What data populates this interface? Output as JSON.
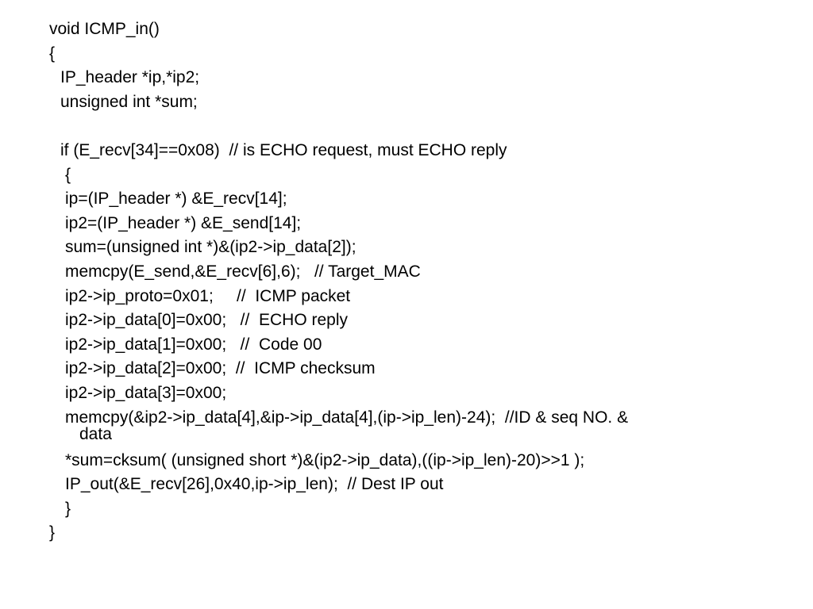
{
  "code": {
    "l01": "void ICMP_in()",
    "l02": "{",
    "l03": "IP_header *ip,*ip2;",
    "l04": "unsigned int *sum;",
    "l05": "if (E_recv[34]==0x08)  // is ECHO request, must ECHO reply",
    "l06": "{",
    "l07": "ip=(IP_header *) &E_recv[14];",
    "l08": "ip2=(IP_header *) &E_send[14];",
    "l09": "sum=(unsigned int *)&(ip2->ip_data[2]);",
    "l10": "memcpy(E_send,&E_recv[6],6);   // Target_MAC",
    "l11": "ip2->ip_proto=0x01;     //  ICMP packet",
    "l12": "ip2->ip_data[0]=0x00;   //  ECHO reply",
    "l13": "ip2->ip_data[1]=0x00;   //  Code 00",
    "l14": "ip2->ip_data[2]=0x00;  //  ICMP checksum",
    "l15": "ip2->ip_data[3]=0x00;",
    "l16a": "memcpy(&ip2->ip_data[4],&ip->ip_data[4],(ip->ip_len)-24);  //ID & seq NO. &",
    "l16b": "data",
    "l17": "*sum=cksum( (unsigned short *)&(ip2->ip_data),((ip->ip_len)-20)>>1 );",
    "l18": "IP_out(&E_recv[26],0x40,ip->ip_len);  // Dest IP out",
    "l19": "}",
    "l20": "}"
  }
}
